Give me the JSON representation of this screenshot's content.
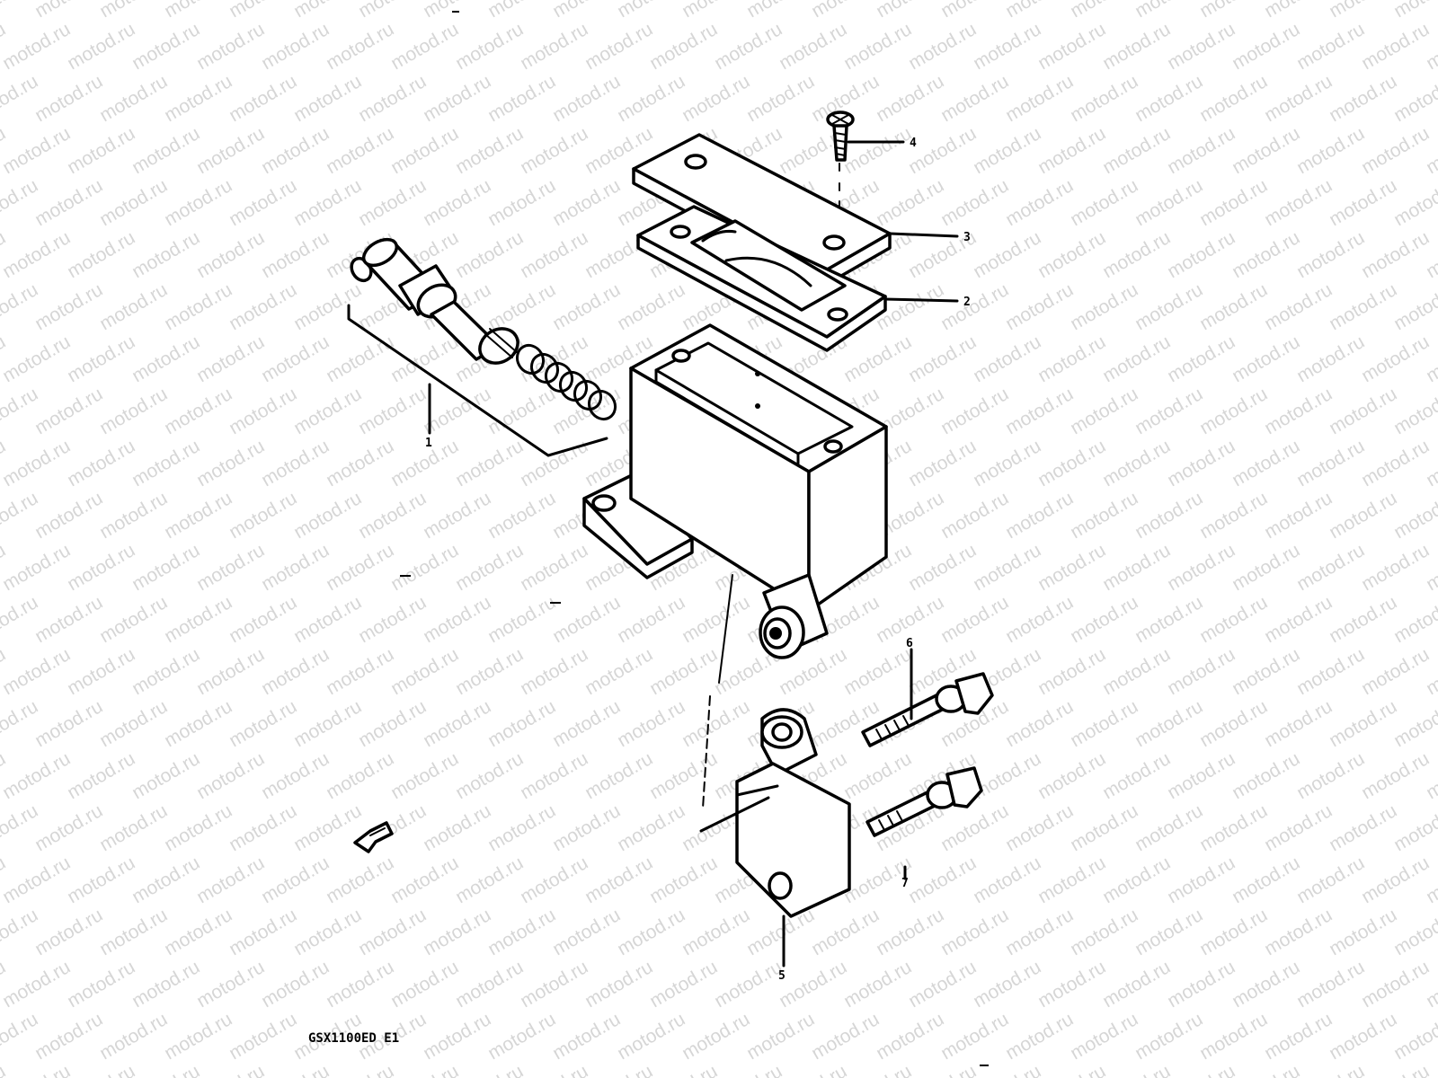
{
  "watermark": "motod.ru",
  "callouts": [
    "1",
    "2",
    "3",
    "4",
    "5",
    "6",
    "7"
  ],
  "model_code": "GSX1100ED E1",
  "colors": {
    "ink": "#000000",
    "paper": "#ffffff",
    "watermark": "#c9c9c9"
  },
  "icons": {
    "front_arrow": "front-direction-arrow-icon"
  }
}
